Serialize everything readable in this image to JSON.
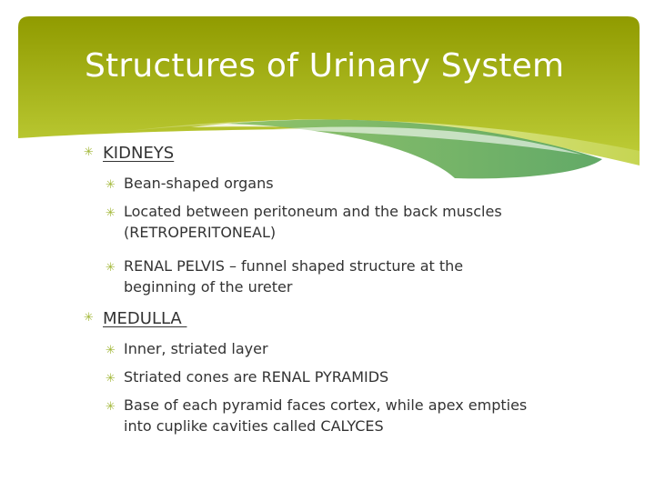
{
  "slide": {
    "title": "Structures of Urinary System",
    "bullet_glyph": "✳",
    "colors": {
      "header_top": "#8f9a00",
      "header_bottom": "#b8c92e",
      "accent_green": "#6fb56a",
      "bullet": "#a3b83a",
      "text": "#333333"
    },
    "sections": [
      {
        "heading": "KIDNEYS",
        "items": [
          "Bean-shaped organs",
          "Located between peritoneum and the back muscles (RETROPERITONEAL)",
          "RENAL PELVIS – funnel shaped structure at the beginning of the ureter"
        ]
      },
      {
        "heading": "MEDULLA ",
        "items": [
          "Inner, striated layer",
          "Striated cones are RENAL PYRAMIDS",
          "Base of each pyramid faces cortex, while apex empties into cuplike cavities called CALYCES"
        ]
      }
    ]
  }
}
